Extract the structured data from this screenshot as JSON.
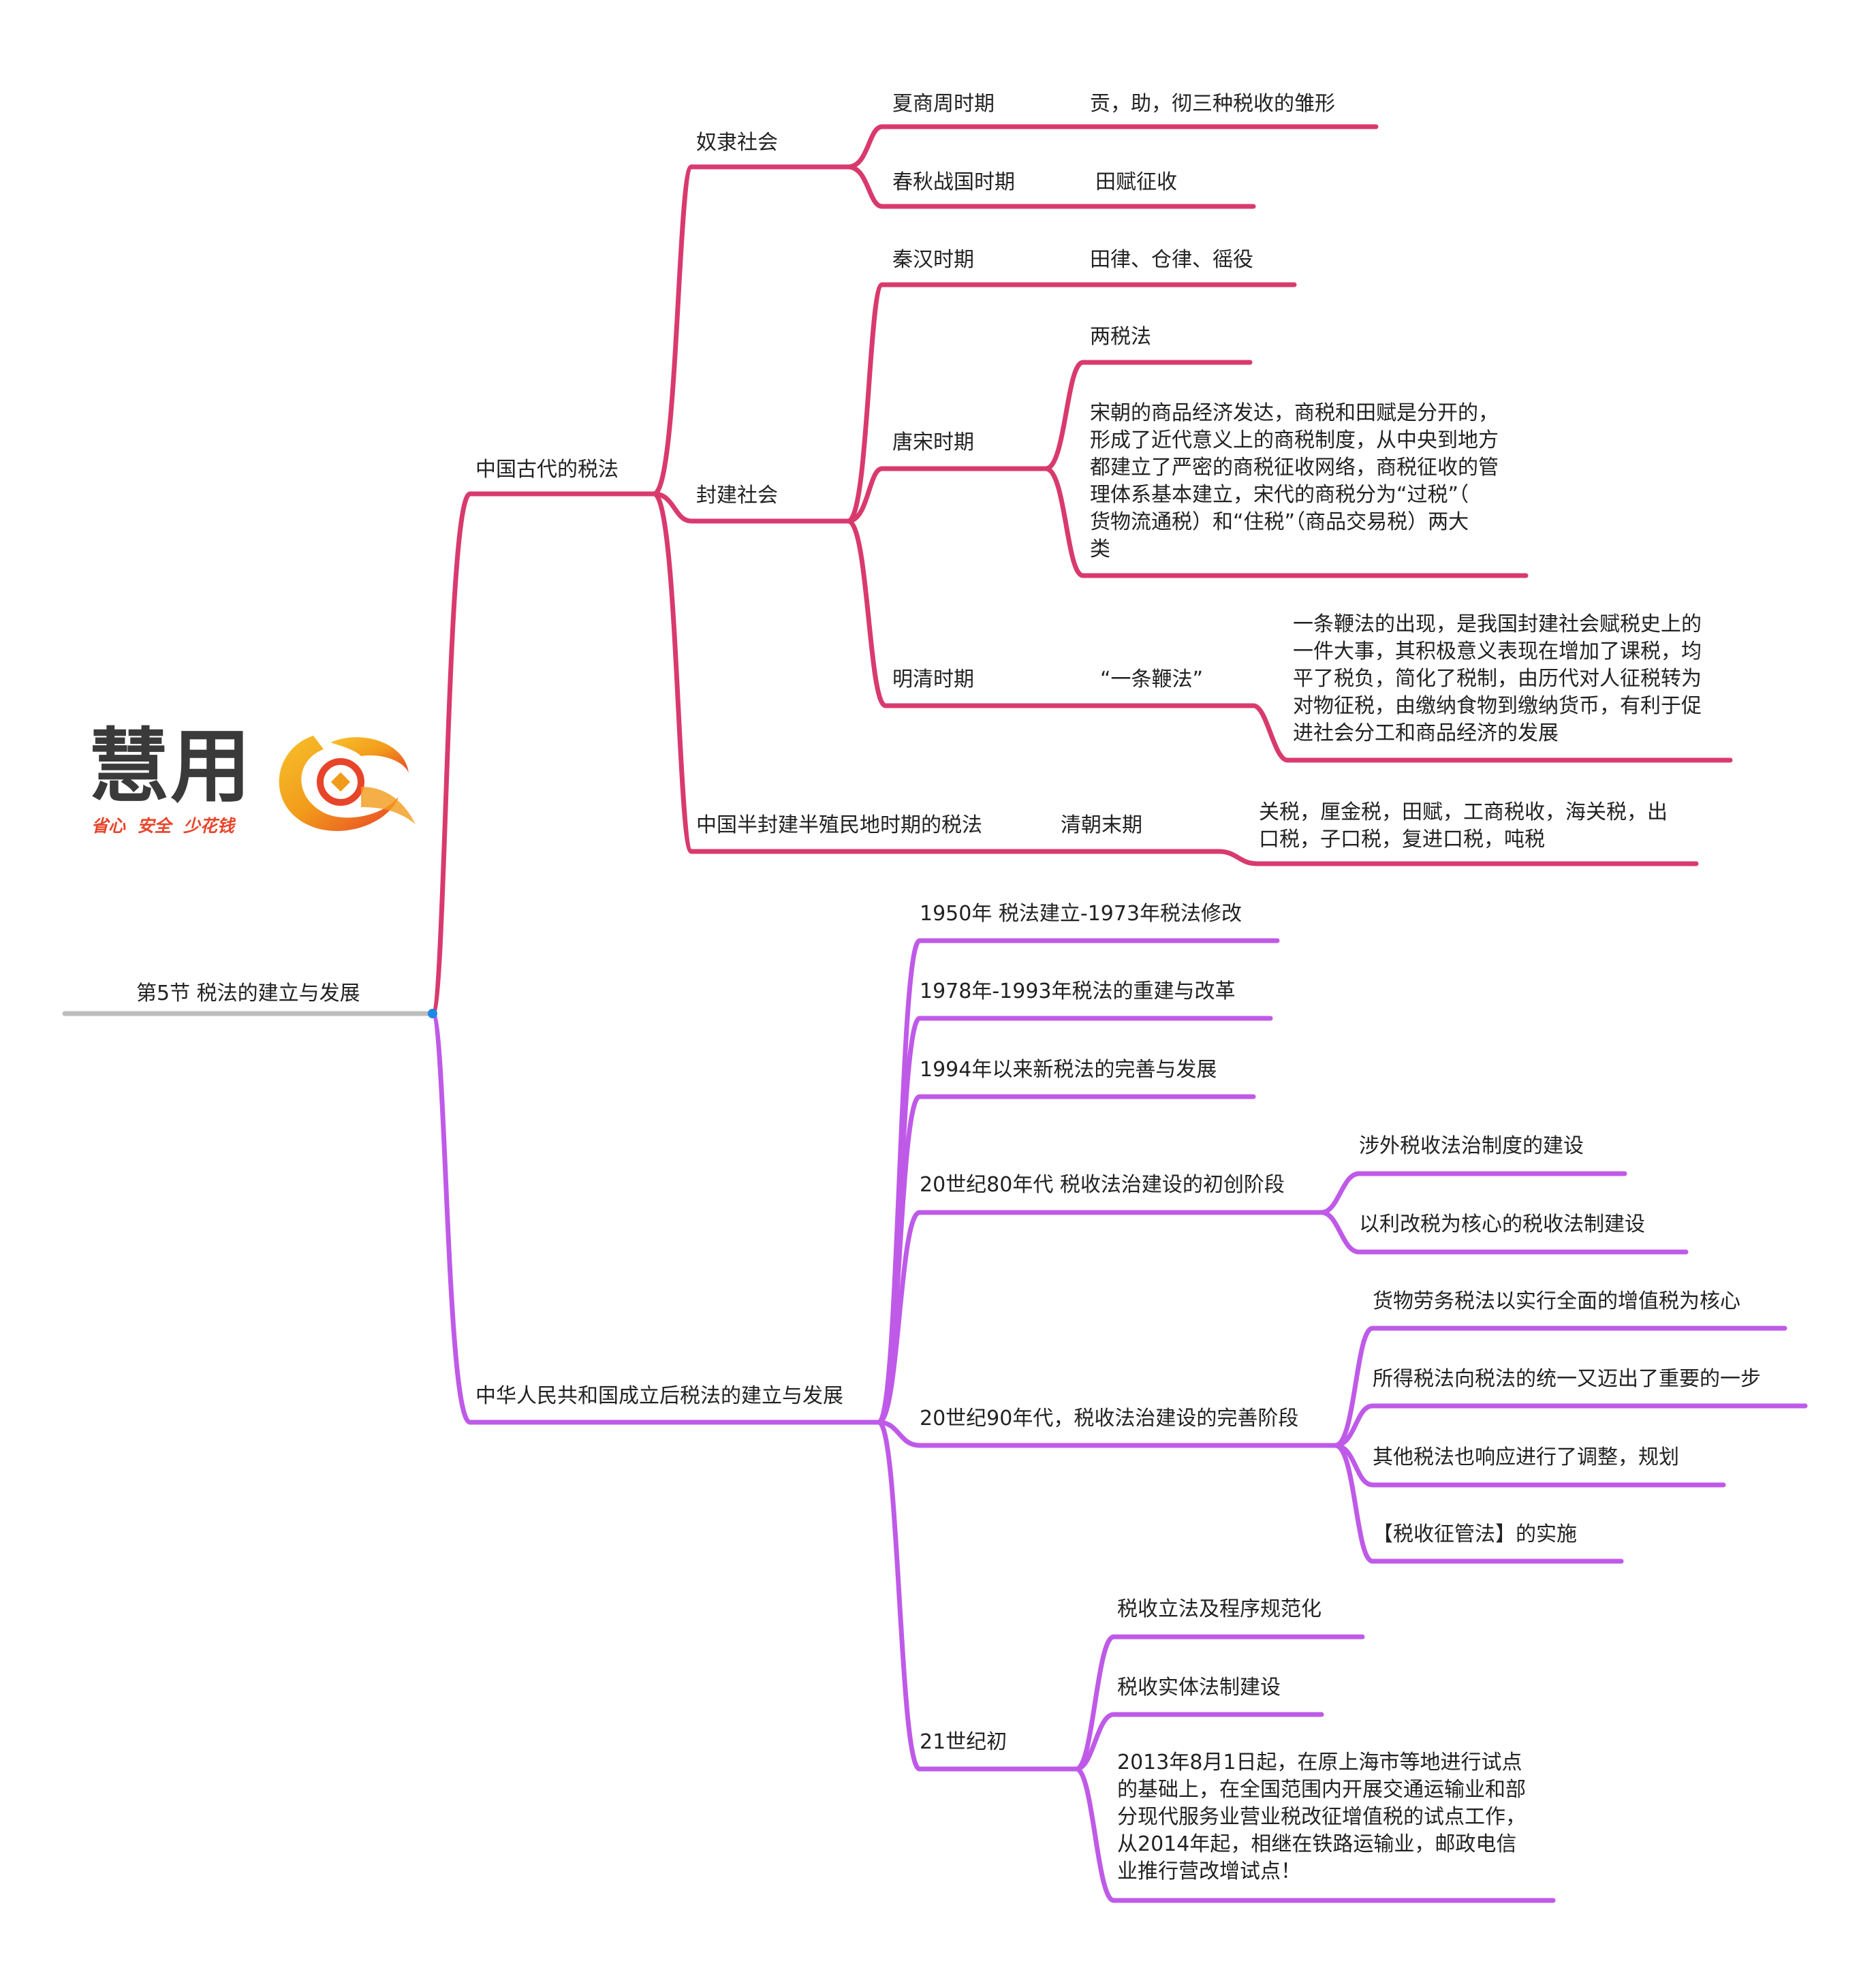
{
  "colors": {
    "ancient_branch": "#d93a6e",
    "prc_branch": "#bf5ae8",
    "root_line": "#bdbdbd",
    "root_dot": "#1e88e5",
    "text": "#222222",
    "logo_dark": "#3a3a3a",
    "logo_orange": "#f29b1b",
    "logo_red": "#e8442a"
  },
  "logo": {
    "title": "慧用",
    "slogan": "省心  安全  少花钱"
  },
  "root": {
    "label": "第5节 税法的建立与发展"
  },
  "branches": {
    "ancient": {
      "label": "中国古代的税法",
      "slavery": {
        "label": "奴隶社会",
        "xia": {
          "label": "夏商周时期",
          "detail": "贡，助，彻三种税收的雏形"
        },
        "chunqiu": {
          "label": "春秋战国时期",
          "detail": "田赋征收"
        }
      },
      "feudal": {
        "label": "封建社会",
        "qinhan": {
          "label": "秦汉时期",
          "detail": "田律、仓律、徭役"
        },
        "tangsong": {
          "label": "唐宋时期",
          "detail1": "两税法",
          "detail2": "宋朝的商品经济发达，商税和田赋是分开的，\n形成了近代意义上的商税制度，从中央到地方\n都建立了严密的商税征收网络，商税征收的管\n理体系基本建立，宋代的商税分为“过税”（\n货物流通税）和“住税”（商品交易税）两大\n类"
        },
        "mingqing": {
          "label": "明清时期",
          "method": "“一条鞭法”",
          "detail": "一条鞭法的出现，是我国封建社会赋税史上的\n一件大事，其积极意义表现在增加了课税，均\n平了税负，简化了税制，由历代对人征税转为\n对物征税，由缴纳食物到缴纳货币，有利于促\n进社会分工和商品经济的发展"
        }
      },
      "semi": {
        "label": "中国半封建半殖民地时期的税法",
        "period": "清朝末期",
        "detail": "关税，厘金税，田赋，工商税收，海关税，出\n口税，子口税，复进口税，吨税"
      }
    },
    "prc": {
      "label": "中华人民共和国成立后税法的建立与发展",
      "s1950": "1950年 税法建立-1973年税法修改",
      "s1978": "1978年-1993年税法的重建与改革",
      "s1994": "1994年以来新税法的完善与发展",
      "s80s": {
        "label": "20世纪80年代 税收法治建设的初创阶段",
        "items": [
          "涉外税收法治制度的建设",
          "以利改税为核心的税收法制建设"
        ]
      },
      "s90s": {
        "label": "20世纪90年代，税收法治建设的完善阶段",
        "items": [
          "货物劳务税法以实行全面的增值税为核心",
          "所得税法向税法的统一又迈出了重要的一步",
          "其他税法也响应进行了调整，规划",
          "【税收征管法】的实施"
        ]
      },
      "s21": {
        "label": "21世纪初",
        "items": [
          "税收立法及程序规范化",
          "税收实体法制建设",
          "2013年8月1日起，在原上海市等地进行试点\n的基础上，在全国范围内开展交通运输业和部\n分现代服务业营业税改征增值税的试点工作，\n从2014年起，相继在铁路运输业，邮政电信\n业推行营改增试点！"
        ]
      }
    }
  }
}
